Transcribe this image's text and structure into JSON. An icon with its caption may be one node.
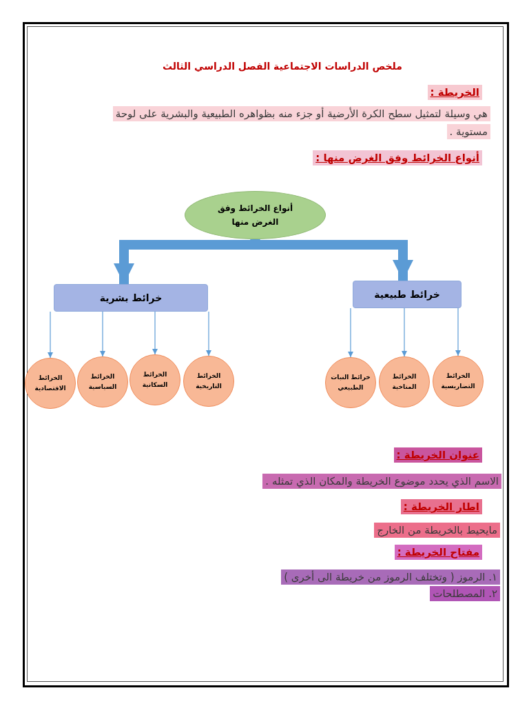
{
  "diagram": {
    "title": "ملخص الدراسات الاجتماعية الفصل الدراسي الثالث",
    "nodes": [
      {
        "text": [
          "أنواع الخرائط وفق الغرض منها"
        ]
      },
      {
        "text": [
          "خرائط طبيعية"
        ]
      },
      {
        "text": [
          "خرائط بشرية"
        ]
      },
      {
        "text": [
          "الخرائط التضاريسية"
        ]
      },
      {
        "text": [
          "الخرائط المناخية"
        ]
      },
      {
        "text": [
          "خرائط النبات الطبيعي"
        ]
      },
      {
        "text": [
          "الخرائط التاريخية"
        ]
      },
      {
        "text": [
          "الخرائط السكانية"
        ]
      },
      {
        "text": [
          "الخرائط السياسية"
        ]
      },
      {
        "text": [
          "الخرائط الاقتصادية"
        ]
      }
    ],
    "edges": [
      {
        "from": 0,
        "to": 1,
        "arrow": "to",
        "style": "thick"
      },
      {
        "from": 0,
        "to": 2,
        "arrow": "to",
        "style": "thick"
      },
      {
        "from": 1,
        "to": 3,
        "arrow": "to"
      },
      {
        "from": 1,
        "to": 4,
        "arrow": "to"
      },
      {
        "from": 1,
        "to": 5,
        "arrow": "to"
      },
      {
        "from": 2,
        "to": 6,
        "arrow": "to"
      },
      {
        "from": 2,
        "to": 7,
        "arrow": "to"
      },
      {
        "from": 2,
        "to": 8,
        "arrow": "to"
      },
      {
        "from": 2,
        "to": 9,
        "arrow": "to"
      }
    ],
    "labels": [
      "الخريطة :",
      "هي وسيلة لتمثيل سطح الكرة الأرضية أو جزء منه بظواهره الطبيعية والبشرية على لوحة مستوية .",
      "أنواع الخرائط وفق الغرض منها :",
      "عنوان الخريطة :",
      "الاسم الذي يحدد موضوع الخريطة والمكان الذي تمثله .",
      "اطار الخريطة :",
      "مايحيط بالخريطة من الخارج",
      "مفتاح الخريطة :",
      "١. الرموز ( وتختلف الرموز من خريطة الى أخرى )",
      "٢. المصطلحات"
    ]
  }
}
